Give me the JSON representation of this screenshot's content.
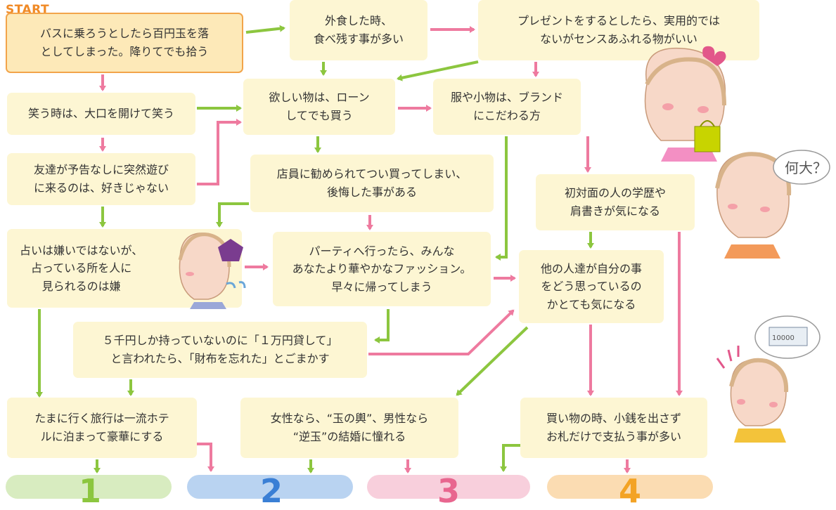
{
  "start_label": "START",
  "nodes": {
    "start": "バスに乗ろうとしたら百円玉を落\nとしてしまった。降りてでも拾う",
    "eat_out": "外食した時、\n食べ残す事が多い",
    "present": "プレゼントをするとしたら、実用的では\nないがセンスあふれる物がいい",
    "laugh": "笑う時は、大口を開けて笑う",
    "loan": "欲しい物は、ローン\nしてでも買う",
    "brand": "服や小物は、ブランド\nにこだわる方",
    "friends": "友達が予告なしに突然遊び\nに来るのは、好きじゃない",
    "clerk": "店員に勧められてつい買ってしまい、\n後悔した事がある",
    "first_meet": "初対面の人の学歴や\n肩書きが気になる",
    "fortune": "占いは嫌いではないが、\n占っている所を人に\n見られるのは嫌",
    "party": "パーティへ行ったら、みんな\nあなたより華やかなファッション。\n早々に帰ってしまう",
    "others": "他の人達が自分の事\nをどう思っているの\nかとても気になる",
    "yen": "５千円しか持っていないのに「１万円貸して」\nと言われたら、「財布を忘れた」とごまかす",
    "travel": "たまに行く旅行は一流ホテ\nルに泊まって豪華にする",
    "marriage": "女性なら、“玉の輿”、男性なら\n“逆玉”の結婚に憧れる",
    "coins": "買い物の時、小銭を出さず\nお札だけで支払う事が多い"
  },
  "results": [
    {
      "label": "1",
      "color": "#8cc63f",
      "bar": "#d8ecc0"
    },
    {
      "label": "2",
      "color": "#3a7fd5",
      "bar": "#b9d3f1"
    },
    {
      "label": "3",
      "color": "#e8668f",
      "bar": "#f8cfdc"
    },
    {
      "label": "4",
      "color": "#f3a325",
      "bar": "#fbdcb2"
    }
  ],
  "bubbles": {
    "question": "何大？",
    "banknote": "10000"
  },
  "colors": {
    "green": "#8cc63f",
    "pink": "#ee7a9f",
    "box": "#fdf6d3",
    "start_border": "#f2a44a"
  }
}
